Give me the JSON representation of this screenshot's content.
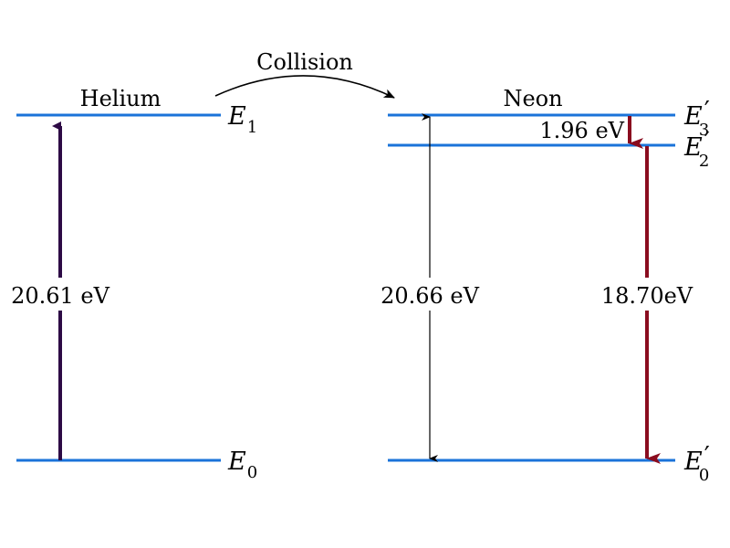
{
  "colors": {
    "level": "#1a73d9",
    "helium_arrow": "#2d0a45",
    "neon_arrow": "#8a0c1f",
    "thin_arrow": "#000000"
  },
  "helium": {
    "title": "Helium",
    "upper_symbol": "E",
    "upper_sub": "1",
    "lower_symbol": "E",
    "lower_sub": "0",
    "gap_label": "20.61 eV"
  },
  "collision": {
    "label": "Collision"
  },
  "neon": {
    "title": "Neon",
    "e3_symbol": "E",
    "e3_sub": "3",
    "e2_symbol": "E",
    "e2_sub": "2",
    "e0_symbol": "E",
    "e0_sub": "0",
    "prime": "′",
    "gap_small_label": "1.96 eV",
    "gap_total_label": "20.66 eV",
    "gap_emit_label": "18.70eV"
  }
}
